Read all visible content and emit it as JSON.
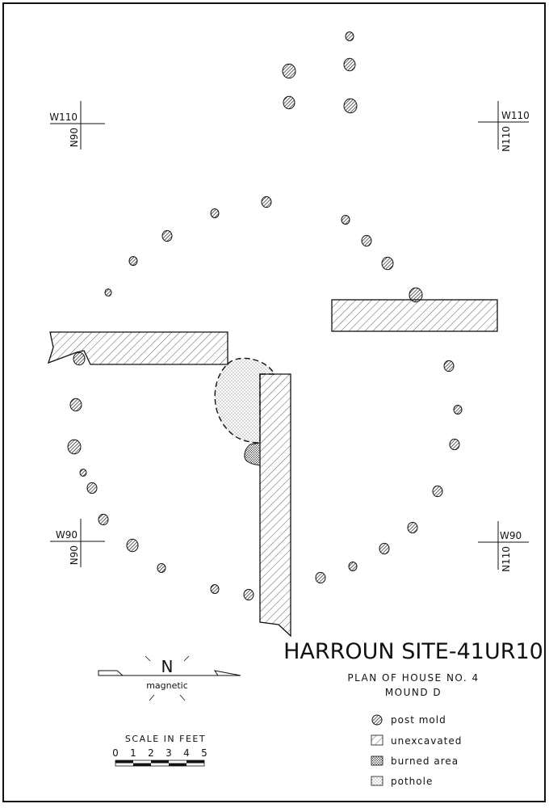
{
  "title": "HARROUN SITE-41UR10",
  "subtitle": "PLAN OF HOUSE NO. 4",
  "mound": "MOUND D",
  "north_arrow": {
    "letter": "N",
    "label": "magnetic"
  },
  "scale": {
    "title": "SCALE IN FEET",
    "ticks": [
      "0",
      "1",
      "2",
      "3",
      "4",
      "5"
    ]
  },
  "grid_markers": [
    {
      "w": "W110",
      "n": "N90"
    },
    {
      "w": "W110",
      "n": "N110"
    },
    {
      "w": "W90",
      "n": "N90"
    },
    {
      "w": "W90",
      "n": "N110"
    }
  ],
  "legend": [
    {
      "label": "post mold",
      "pattern": "hatch-dense"
    },
    {
      "label": "unexcavated",
      "pattern": "hatch"
    },
    {
      "label": "burned area",
      "pattern": "dots-dense"
    },
    {
      "label": "pothole",
      "pattern": "dots-light"
    }
  ],
  "colors": {
    "ink": "#111111",
    "paper": "#ffffff"
  }
}
